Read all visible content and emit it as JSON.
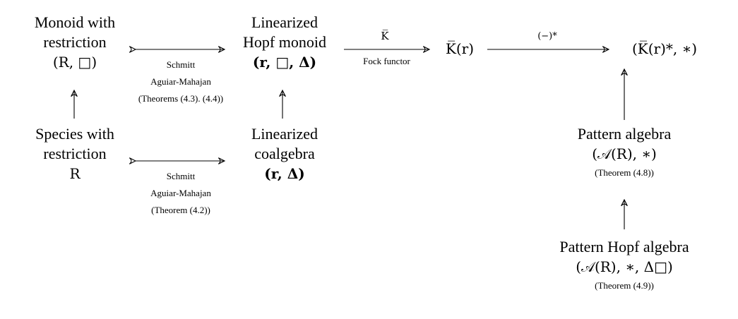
{
  "nodes": {
    "monoid": {
      "line1": "Monoid with",
      "line2": "restriction",
      "line3": "(R, □)"
    },
    "hopf_monoid": {
      "line1": "Linearized",
      "line2": "Hopf monoid",
      "line3": "(r, □, Δ)"
    },
    "fock_r": {
      "text": "K̅(r)"
    },
    "dual": {
      "text": "(K̅(r)*, ∗)"
    },
    "species": {
      "line1": "Species with",
      "line2": "restriction",
      "line3": "R"
    },
    "coalgebra": {
      "line1": "Linearized",
      "line2": "coalgebra",
      "line3": "(r, Δ)"
    },
    "pattern_algebra": {
      "line1": "Pattern algebra",
      "line2": "(𝒜(R), ∗)",
      "note": "(Theorem (4.8))"
    },
    "pattern_hopf": {
      "line1": "Pattern Hopf algebra",
      "line2": "(𝒜(R), ∗, Δ□)",
      "note": "(Theorem (4.9))"
    }
  },
  "edges": {
    "top_bi": {
      "line1": "Schmitt",
      "line2": "Aguiar-Mahajan",
      "line3": "(Theorems (4.3). (4.4))"
    },
    "bottom_bi": {
      "line1": "Schmitt",
      "line2": "Aguiar-Mahajan",
      "line3": "(Theorem (4.2))"
    },
    "fock": {
      "above": "K̅",
      "below": "Fock functor"
    },
    "dual": {
      "above": "(−)*"
    }
  }
}
